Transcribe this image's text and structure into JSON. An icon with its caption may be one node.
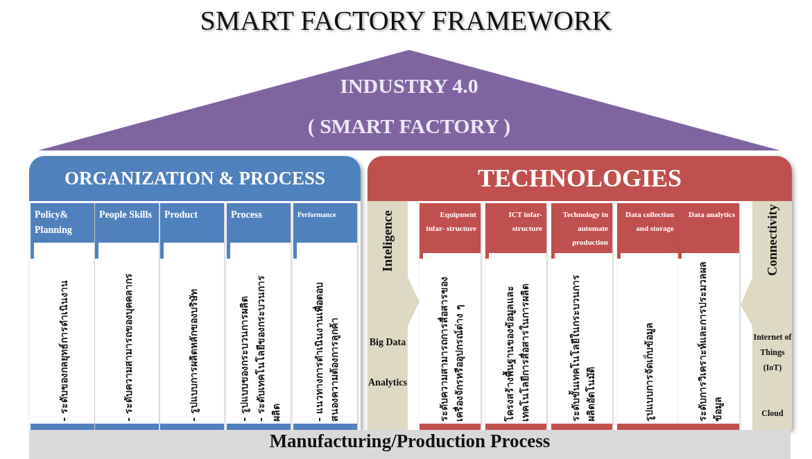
{
  "diagram": {
    "title": "SMART FACTORY FRAMEWORK",
    "nodes": [
      {
        "text": [
          "INDUSTRY 4.0",
          "( SMART FACTORY )"
        ]
      },
      {
        "text": [
          "ORGANIZATION & PROCESS"
        ]
      },
      {
        "text": [
          "Policy& Planning",
          "- ระดับของกลยุทธ์การดำเนินงาน"
        ],
        "in": 1
      },
      {
        "text": [
          "People Skills",
          "- ระดับความสามารถของบุคคลากร"
        ],
        "in": 1
      },
      {
        "text": [
          "Product",
          "- รูปแบบการผลิตหลักของบริษัท"
        ],
        "in": 1
      },
      {
        "text": [
          "Process",
          "- รูปแบบของกระบวนการผลิต",
          "- ระดับเทคโนโลยีของกระบวนการผลิต"
        ],
        "in": 1
      },
      {
        "text": [
          "Performance",
          "- แนวทางการดำเนินงานเพื่อตอบสนองความต้องการลูกค้า"
        ],
        "in": 1
      },
      {
        "text": [
          "TECHNOLOGIES"
        ]
      },
      {
        "text": [
          "Inteligence",
          "Big Data Analytics"
        ],
        "in": 7
      },
      {
        "text": [
          "Equipment infar- structure",
          "ระดับความสามารถการสื่อสารของเครื่องจักรหรืออุปกรณ์ต่าง ๆ"
        ],
        "in": 7
      },
      {
        "text": [
          "ICT infar- structure",
          "โครงสร้างพื้นฐานของข้อมูลและเทคโนโลยีการสื่อสารในการผลิต"
        ],
        "in": 7
      },
      {
        "text": [
          "Technology in automate production",
          "ระดับขั้นเทคโนโลยีในกระบวนการผลิตอัตโนมัติ"
        ],
        "in": 7
      },
      {
        "text": [
          "Data collection and storage",
          "รูปแบบการจัดเก็บข้อมูล"
        ],
        "in": 7
      },
      {
        "text": [
          "Data analytics",
          "ระดับการวิเคราะห์และการประมวลผลข้อมูล"
        ],
        "in": 7
      },
      {
        "text": [
          "Connectivity",
          "Internet of Things (IoT)",
          "Cloud"
        ],
        "in": 7
      },
      {
        "text": [
          "Manufacturing/Production Process"
        ]
      }
    ],
    "edges": []
  }
}
